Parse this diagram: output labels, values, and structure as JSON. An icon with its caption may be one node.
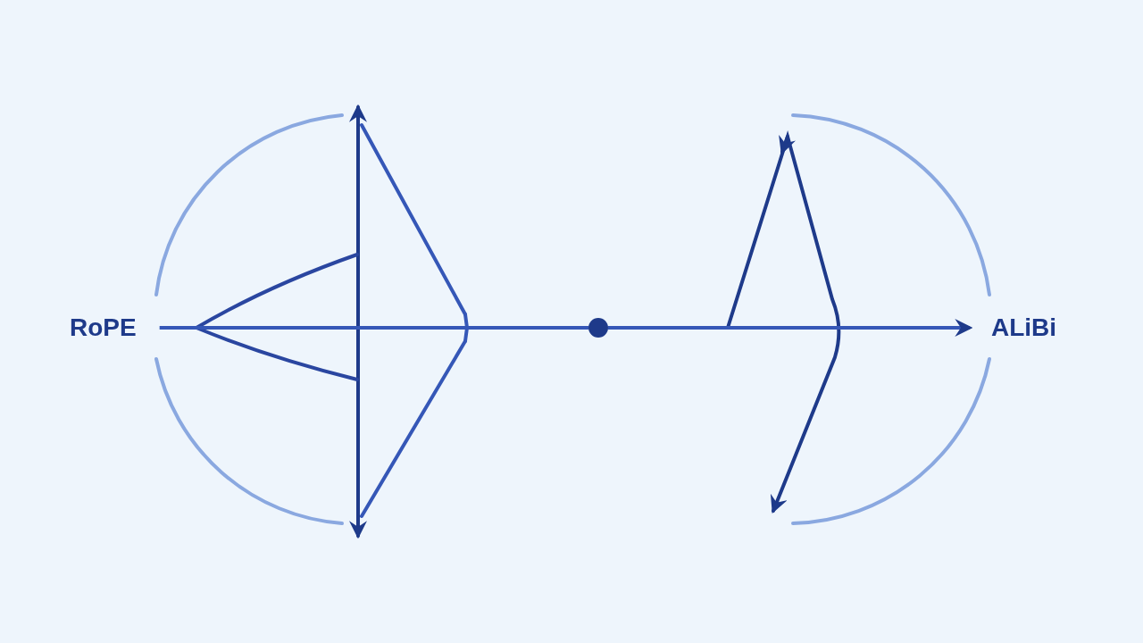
{
  "diagram": {
    "nodes": [
      {
        "text": [
          "RoPE"
        ]
      },
      {
        "text": [],
        "shape": "circle"
      },
      {
        "text": [
          "ALiBi"
        ]
      }
    ],
    "edges": [
      {
        "from": 0,
        "to": 1,
        "arrow": "none"
      },
      {
        "from": 1,
        "to": 2,
        "arrow": "to"
      }
    ]
  }
}
